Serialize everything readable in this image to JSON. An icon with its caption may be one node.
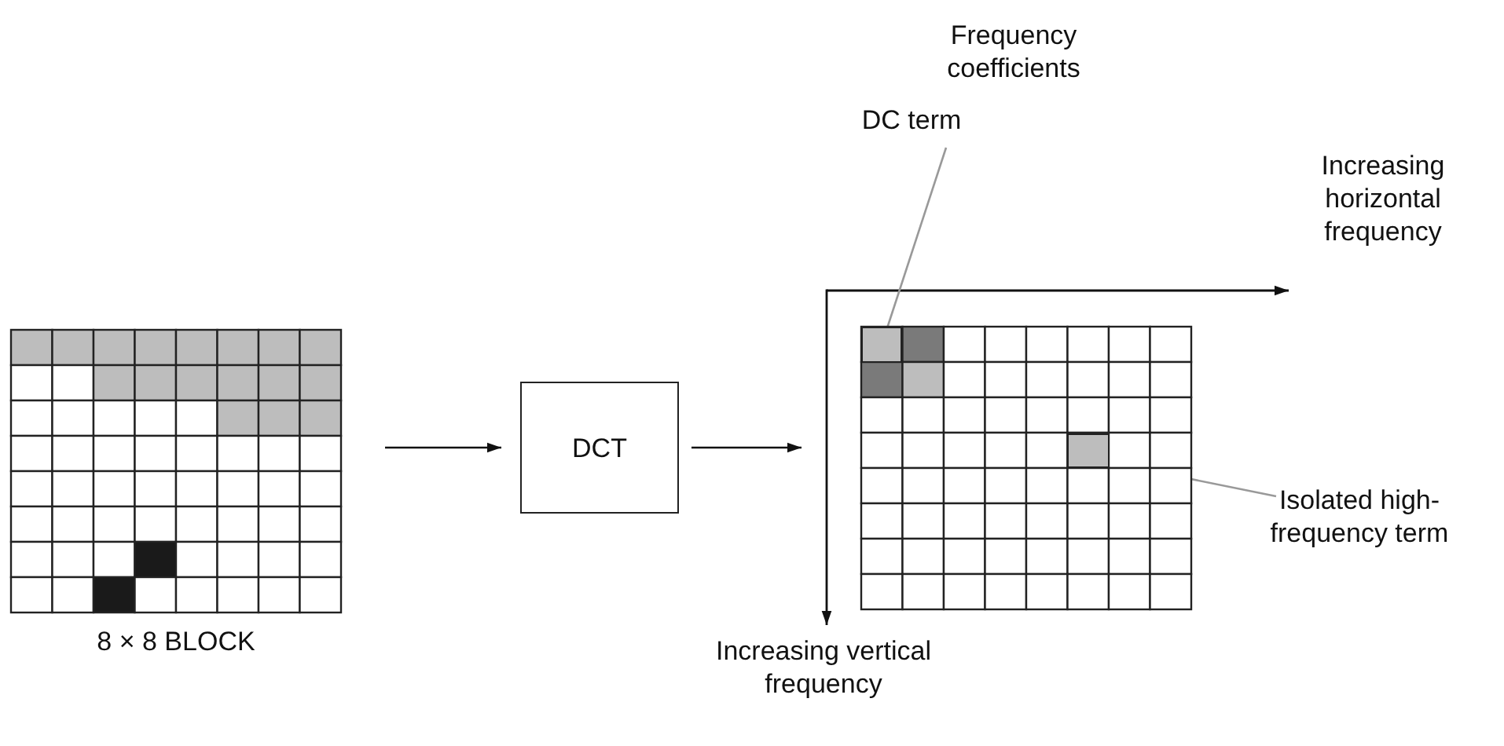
{
  "diagram": {
    "nodes": [
      {
        "text": [],
        "shape": "grid",
        "beside": [
          "8 × 8 BLOCK"
        ]
      },
      {
        "text": [
          "DCT"
        ]
      },
      {
        "text": [],
        "shape": "grid"
      },
      {
        "text": [],
        "shape": "box",
        "in": 2
      },
      {
        "text": [],
        "shape": "box",
        "in": 2
      },
      {
        "text": [
          "DC term"
        ]
      },
      {
        "text": [
          "Isolated high-frequency term"
        ]
      }
    ],
    "edges": [
      {
        "from": 0,
        "to": 1,
        "arrow": "to"
      },
      {
        "from": 1,
        "to": 2,
        "arrow": "to"
      },
      {
        "from": 5,
        "to": 3,
        "arrow": "none",
        "color": "#999999"
      },
      {
        "from": 6,
        "to": 4,
        "arrow": "none",
        "color": "#999999"
      }
    ],
    "labels": [
      "Frequency coefficients",
      "Increasing horizontal frequency",
      "Increasing vertical frequency"
    ]
  }
}
